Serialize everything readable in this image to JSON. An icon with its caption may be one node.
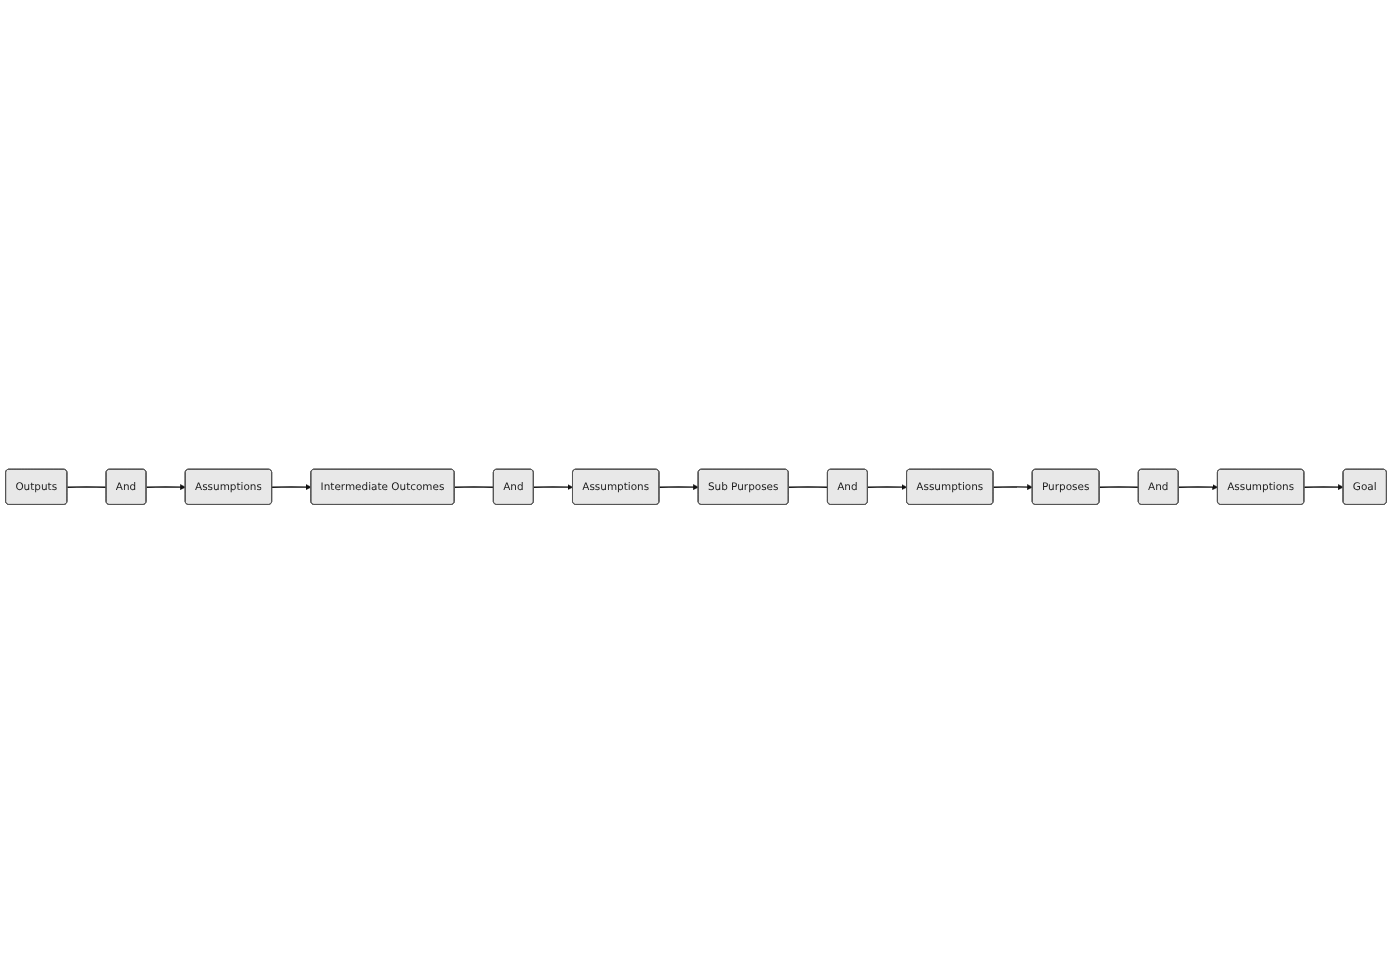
{
  "diagram": {
    "nodes": [
      {
        "text": [
          "Goal"
        ]
      },
      {
        "text": [
          "Purposes"
        ]
      },
      {
        "text": [
          "And"
        ]
      },
      {
        "text": [
          "Assumptions"
        ]
      },
      {
        "text": [
          "Sub Purposes"
        ]
      },
      {
        "text": [
          "And"
        ]
      },
      {
        "text": [
          "Assumptions"
        ]
      },
      {
        "text": [
          "Intermediate Outcomes"
        ]
      },
      {
        "text": [
          "And"
        ]
      },
      {
        "text": [
          "Assumptions"
        ]
      },
      {
        "text": [
          "Outputs"
        ]
      },
      {
        "text": [
          "And"
        ]
      },
      {
        "text": [
          "Assumptions"
        ]
      }
    ],
    "edges": [
      {
        "from": 3,
        "to": 0,
        "arrow": "to"
      },
      {
        "from": 1,
        "to": 2,
        "arrow": "none"
      },
      {
        "from": 2,
        "to": 3,
        "arrow": "to"
      },
      {
        "from": 6,
        "to": 1,
        "arrow": "to"
      },
      {
        "from": 4,
        "to": 5,
        "arrow": "none"
      },
      {
        "from": 5,
        "to": 6,
        "arrow": "to"
      },
      {
        "from": 9,
        "to": 4,
        "arrow": "to"
      },
      {
        "from": 7,
        "to": 8,
        "arrow": "none"
      },
      {
        "from": 8,
        "to": 9,
        "arrow": "to"
      },
      {
        "from": 12,
        "to": 7,
        "arrow": "to"
      },
      {
        "from": 10,
        "to": 11,
        "arrow": "none"
      },
      {
        "from": 11,
        "to": 12,
        "arrow": "to"
      }
    ]
  }
}
